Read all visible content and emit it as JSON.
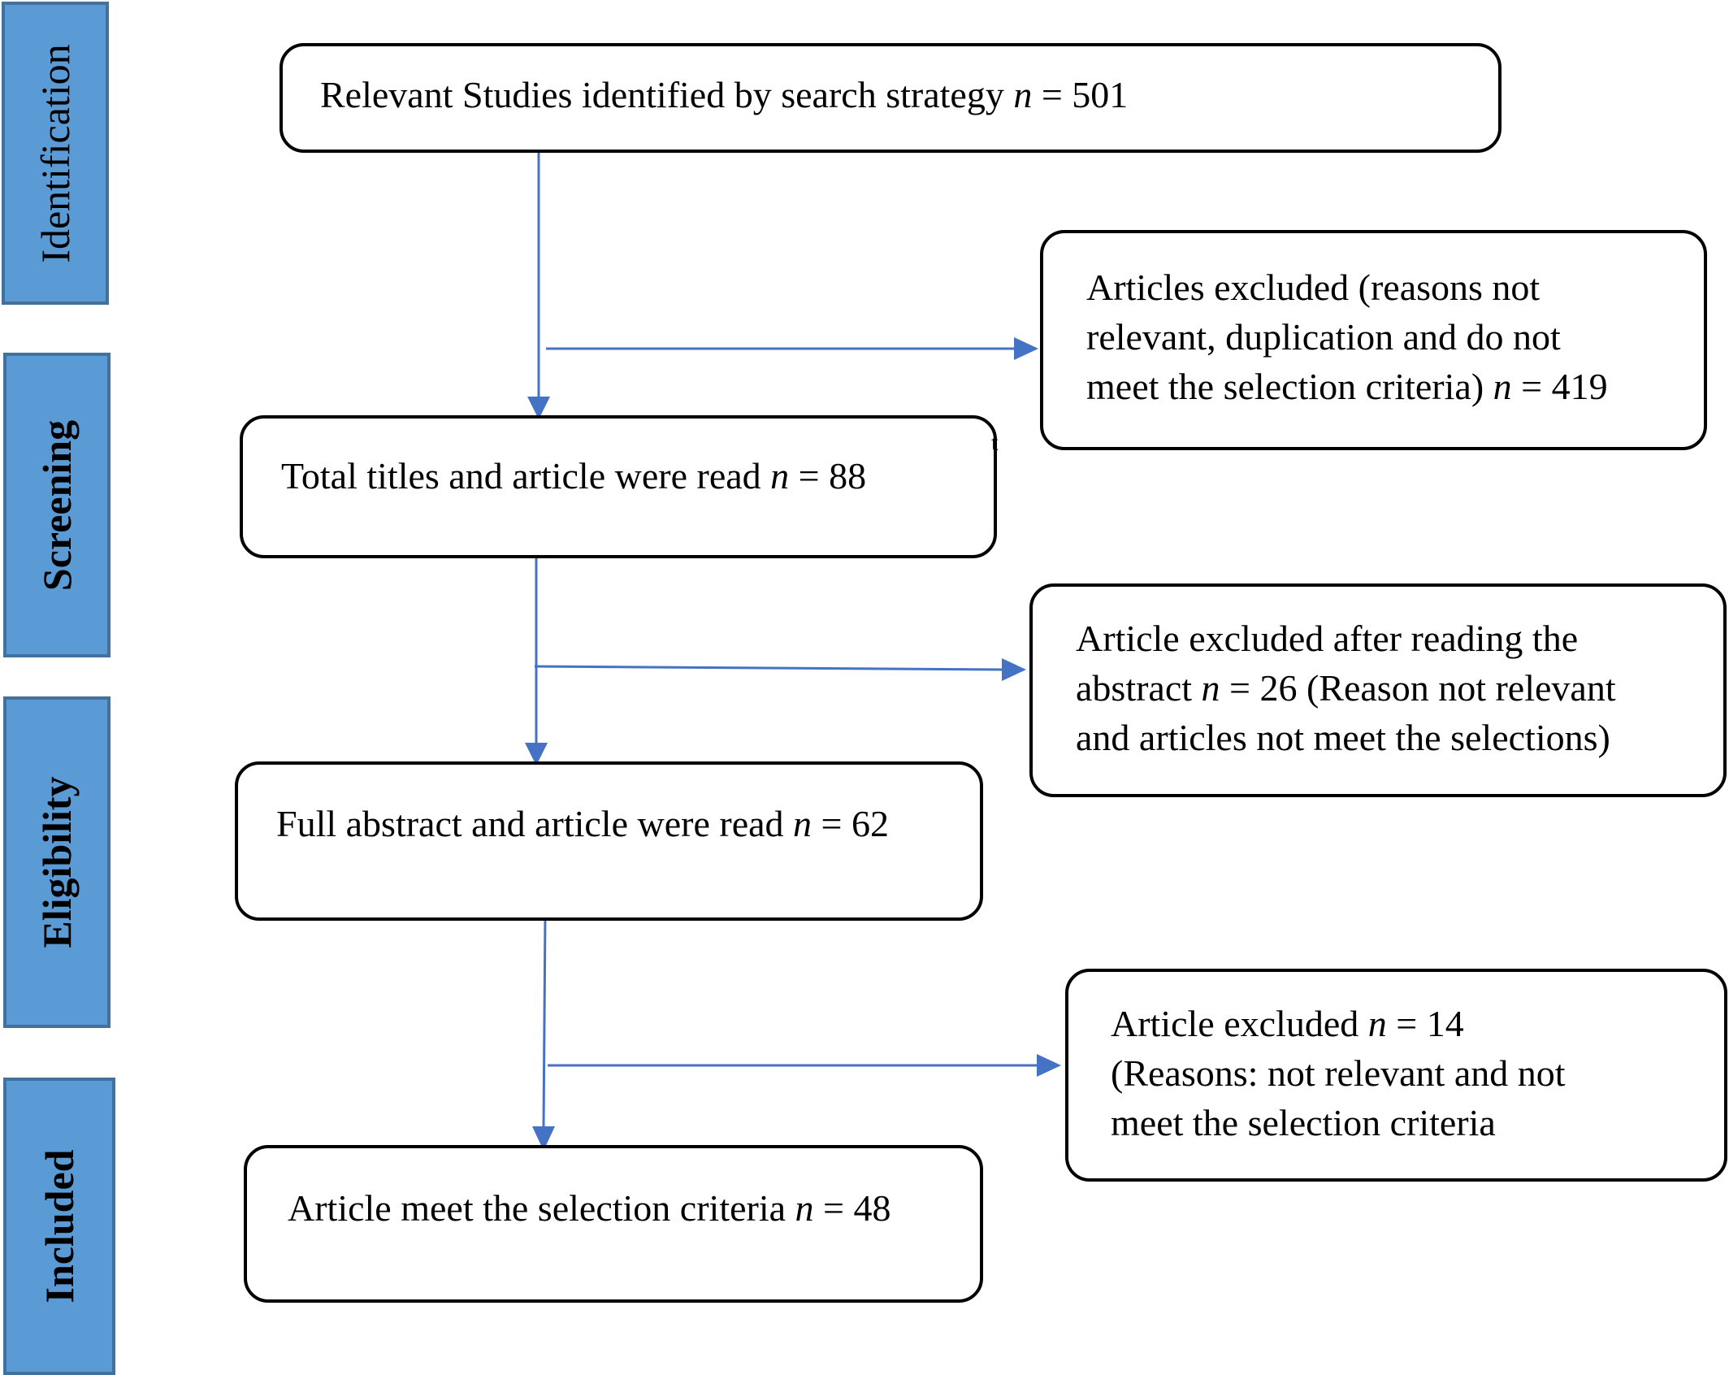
{
  "stages": [
    {
      "id": "identification",
      "label": "Identification",
      "bold": false
    },
    {
      "id": "screening",
      "label": "Screening",
      "bold": true
    },
    {
      "id": "eligibility",
      "label": "Eligibility",
      "bold": true
    },
    {
      "id": "included",
      "label": "Included",
      "bold": true
    }
  ],
  "flow": {
    "identified": {
      "pre": "Relevant Studies identified by search strategy ",
      "var": "n",
      "post": " = 501"
    },
    "screened": {
      "pre": "Total titles and article were read ",
      "var": "n",
      "post": " = 88"
    },
    "eligible": {
      "pre": "Full abstract and article were read ",
      "var": "n",
      "post": " = 62"
    },
    "included": {
      "pre": "Article meet the selection criteria ",
      "var": "n",
      "post": " = 48"
    }
  },
  "exclusions": {
    "excluded_1": {
      "line1": "Articles excluded (reasons not",
      "line2": "relevant, duplication and do not",
      "line3_pre": "meet the selection criteria) ",
      "var": "n",
      "line3_post": " = 419"
    },
    "excluded_2": {
      "line1": "Article excluded after reading the",
      "line2_pre": "abstract ",
      "var": "n",
      "line2_post": " = 26 (Reason not relevant",
      "line3": "and articles not meet the selections)"
    },
    "excluded_3": {
      "line1_pre": "Article excluded ",
      "var": "n",
      "line1_post": " = 14",
      "line2": "(Reasons: not relevant and not",
      "line3": "meet the selection criteria"
    }
  },
  "stray_mark": "t",
  "colors": {
    "stage_fill": "#5b9bd5",
    "stage_border": "#41719c",
    "arrow": "#4472c4",
    "box_border": "#000000"
  }
}
